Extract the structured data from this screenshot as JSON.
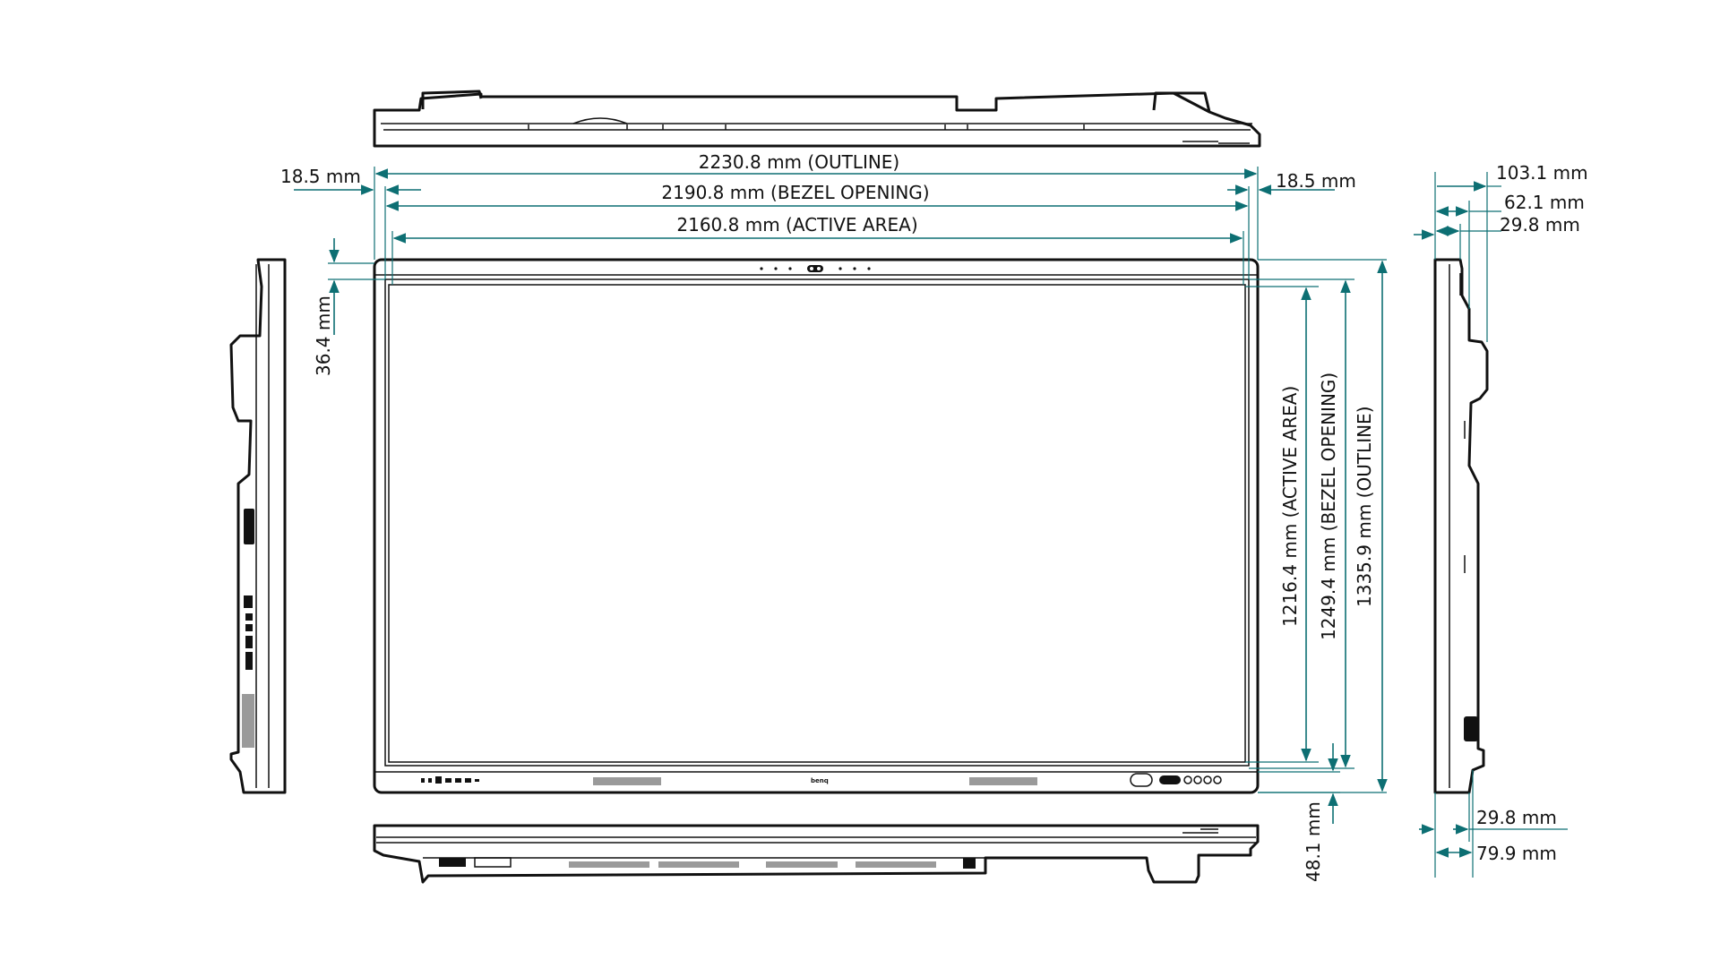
{
  "colors": {
    "dimension_line": "#0d6f73",
    "drawing_line": "#111111",
    "background": "#ffffff"
  },
  "front": {
    "logo": "benq"
  },
  "dimensions": {
    "width_outline": "2230.8 mm (OUTLINE)",
    "width_bezel_opening": "2190.8 mm (BEZEL OPENING)",
    "width_active_area": "2160.8 mm (ACTIVE AREA)",
    "left_bezel": "18.5 mm",
    "right_bezel": "18.5 mm",
    "top_bezel": "36.4 mm",
    "height_active_area": "1216.4 mm (ACTIVE AREA)",
    "height_bezel_opening": "1249.4 mm (BEZEL OPENING)",
    "height_outline": "1335.9 mm (OUTLINE)",
    "bottom_bezel": "48.1 mm"
  },
  "side_dimensions": {
    "depth_total": "103.1 mm",
    "depth_mid": "62.1 mm",
    "depth_top": "29.8 mm",
    "depth_bottom": "29.8 mm",
    "depth_bottom_total": "79.9 mm"
  }
}
